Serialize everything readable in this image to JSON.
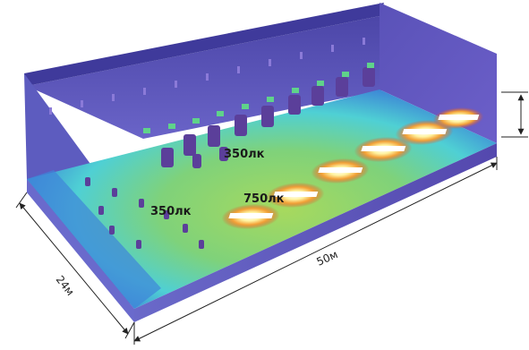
{
  "labels": {
    "lux_upper": "350лк",
    "lux_left": "350лк",
    "lux_workzone": "750лк"
  },
  "dimensions": {
    "length": "50м",
    "width": "24м"
  },
  "colors": {
    "wall": "#5b55b5",
    "floor_base": "#3a8fd8",
    "floor_mid": "#54d6c8",
    "floor_bright": "#8fd36a",
    "hot": "#fff6c0",
    "warm": "#f2a23a",
    "red": "#e0452e",
    "dim_line": "#222222"
  }
}
